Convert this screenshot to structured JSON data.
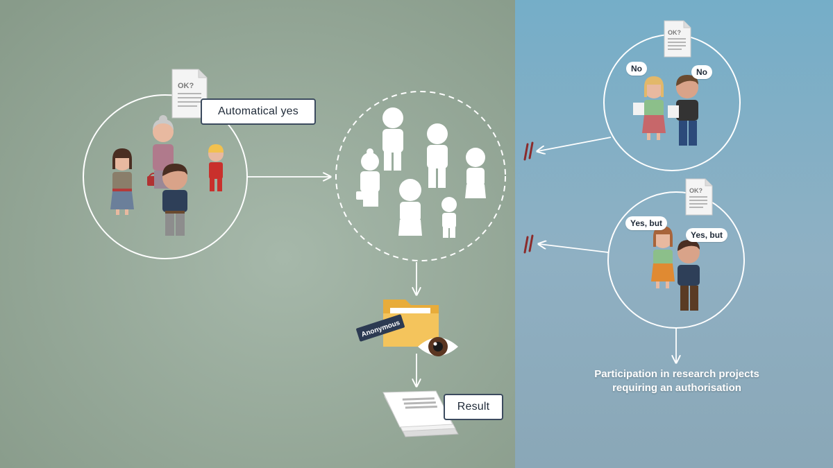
{
  "colors": {
    "left_bg": "#93a595",
    "right_bg": "#7ea9bf",
    "line": "#ffffff",
    "label_border": "#3b4a5e",
    "stop_mark": "#8b2b2b",
    "folder": "#f2c25a"
  },
  "left": {
    "consent_doc": {
      "text": "OK?"
    },
    "automatic_label": "Automatical yes"
  },
  "center": {
    "tag": "Anonymous",
    "result_label": "Result"
  },
  "right": {
    "top_group": {
      "doc_text": "OK?",
      "bubble_left": "No",
      "bubble_right": "No"
    },
    "bottom_group": {
      "doc_text": "OK?",
      "bubble_left": "Yes, but",
      "bubble_right": "Yes, but"
    },
    "caption_line1": "Participation in research projects",
    "caption_line2": "requiring an authorisation"
  },
  "icons": [
    "document-icon",
    "folder-icon",
    "eye-icon",
    "stop-mark-icon",
    "person-icon",
    "person-silhouette-icon"
  ]
}
